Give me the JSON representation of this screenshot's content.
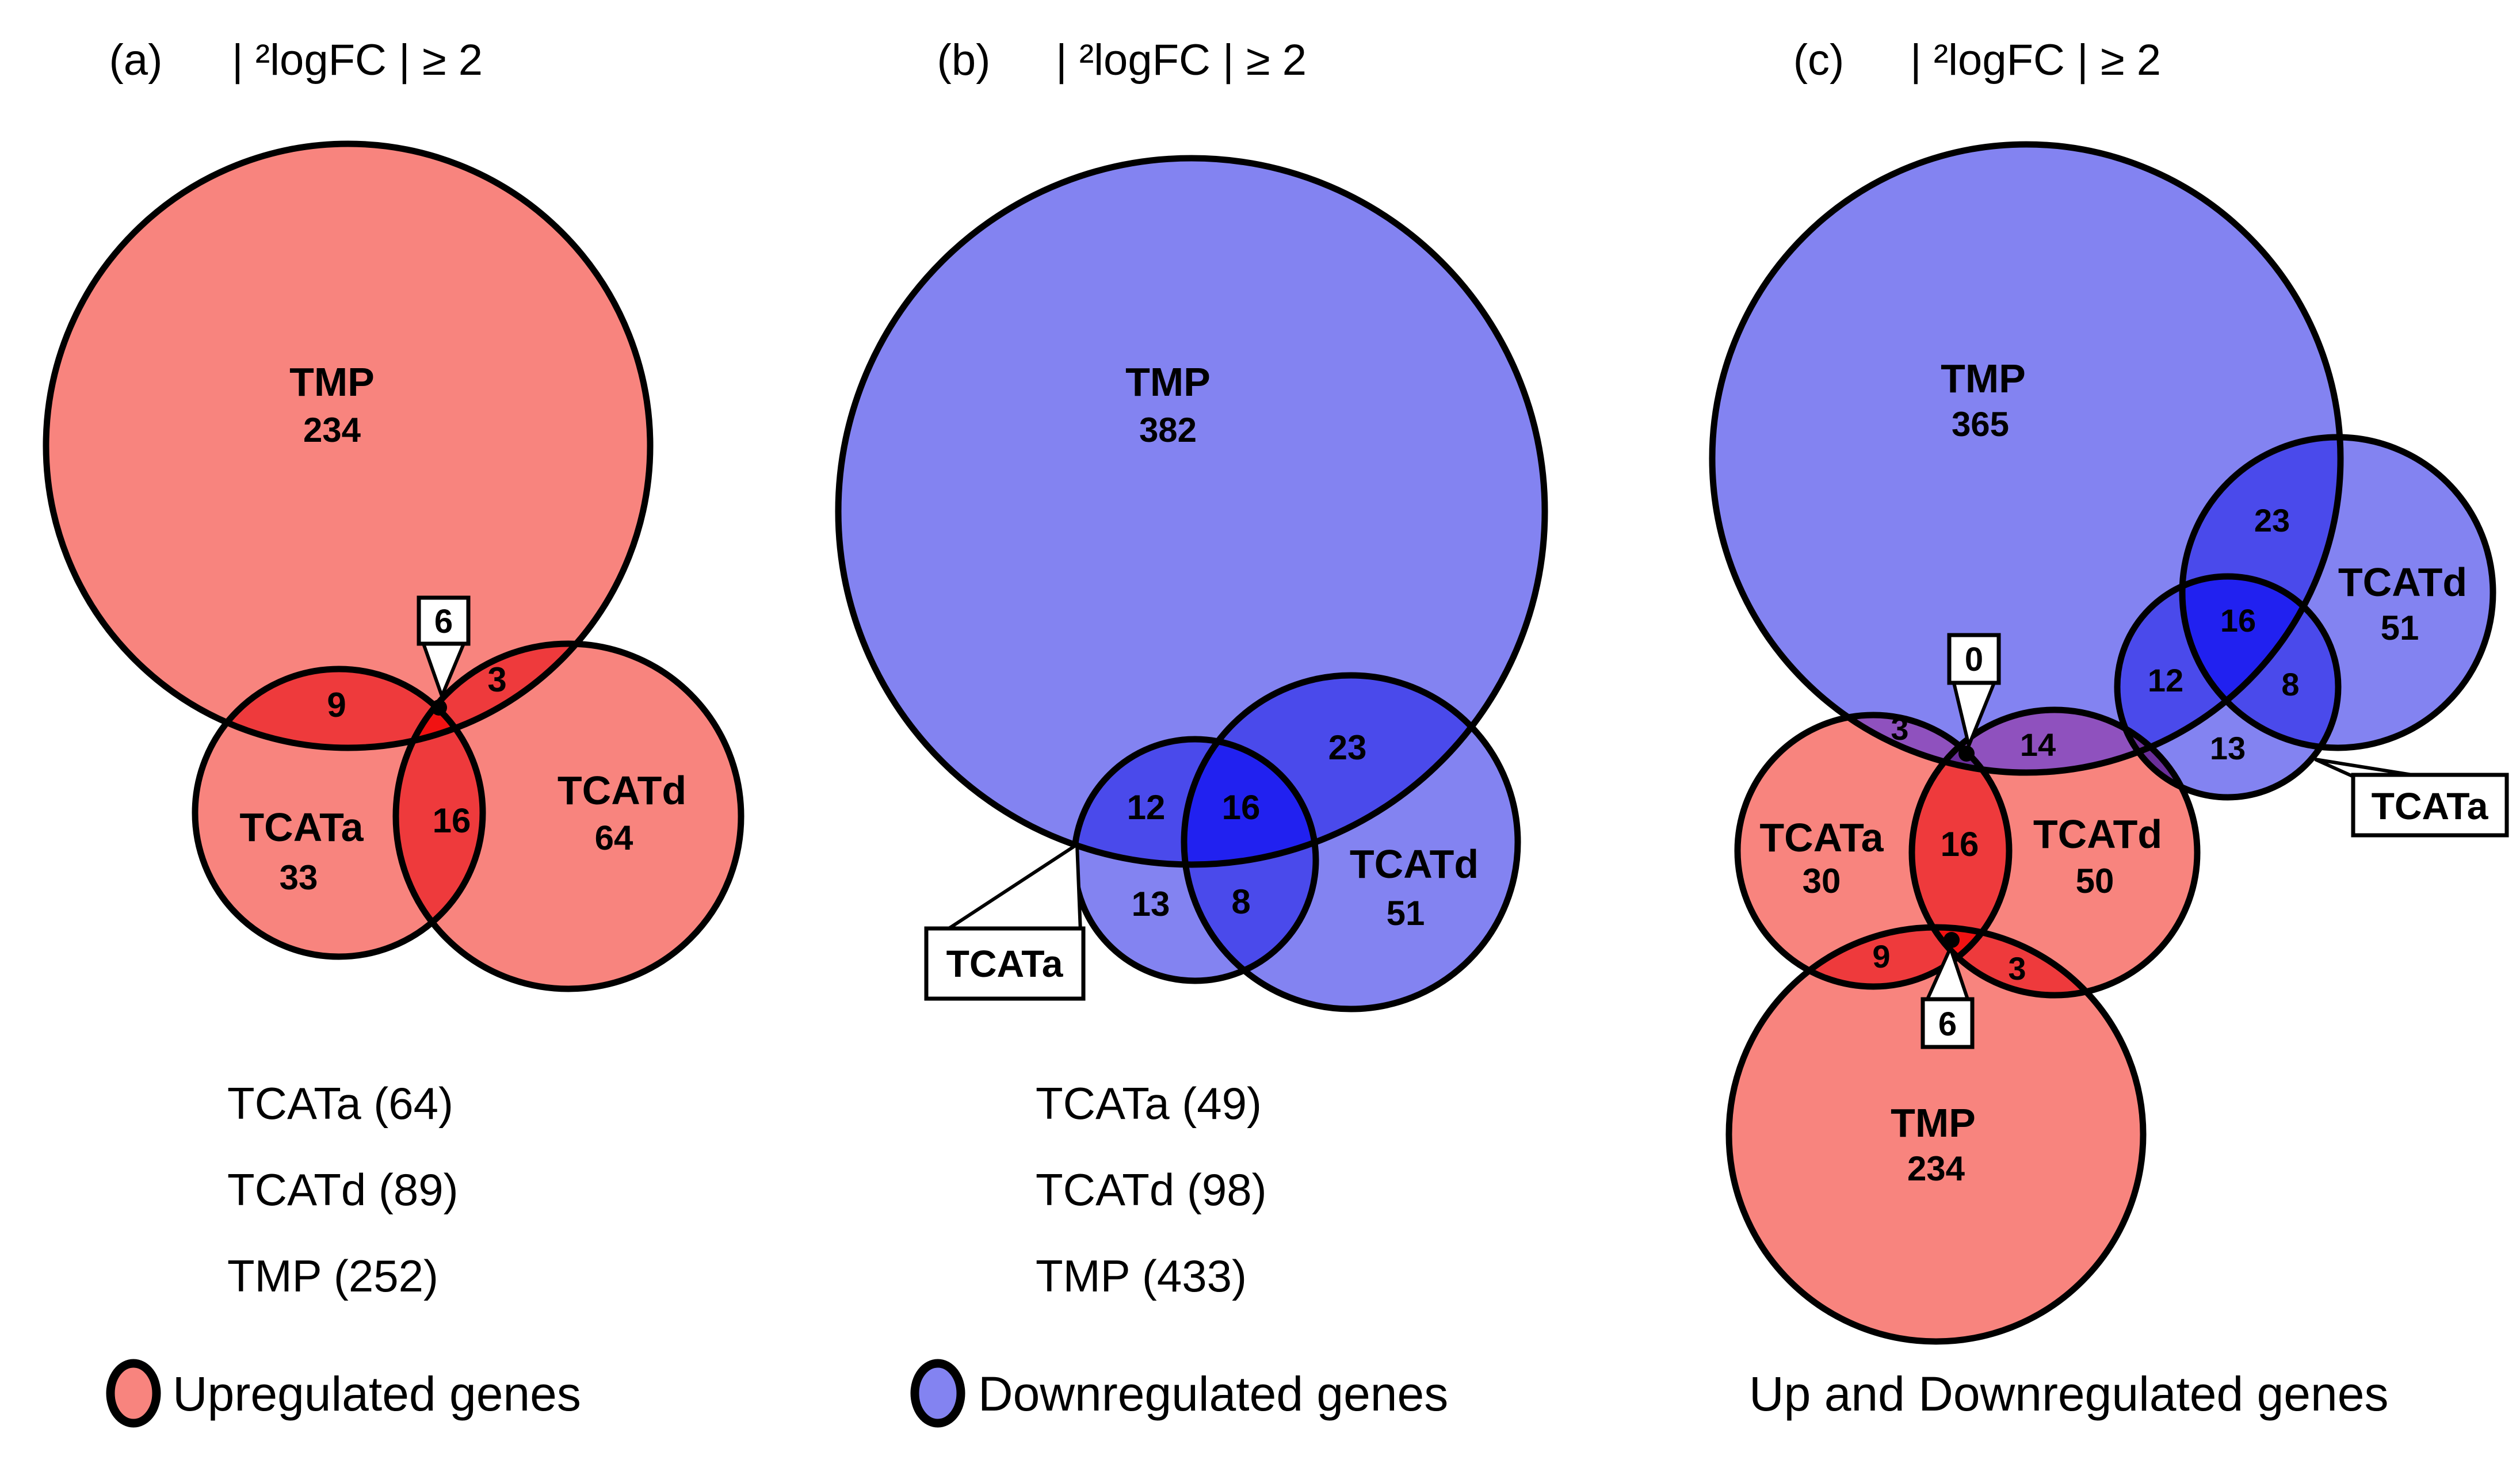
{
  "colors": {
    "salmon": "#F8847E",
    "red_pair": "#EE3A3C",
    "red_triple": "#F11212",
    "blue_base": "#8383F1",
    "blue_pair": "#4A4AEB",
    "blue_triple": "#2121F0",
    "purple": "#8F51BE",
    "purple_dark": "#6B2F9B",
    "outline": "#000000",
    "callout_fill": "#FFFFFF",
    "background": "#FFFFFF"
  },
  "panel_a": {
    "letter": "(a)",
    "threshold": "| ²logFC | ≥ 2",
    "tmp_label": "TMP",
    "tmp_count": "234",
    "tcata_label": "TCATa",
    "tcata_count": "33",
    "tcatd_label": "TCATd",
    "tcatd_count": "64",
    "overlap_tmp_tcata": "9",
    "overlap_tmp_tcatd": "3",
    "overlap_tcata_tcatd": "16",
    "triple_callout": "6",
    "totals": {
      "line1": "TCATa (64)",
      "line2": "TCATd (89)",
      "line3": "TMP (252)"
    }
  },
  "panel_b": {
    "letter": "(b)",
    "threshold": "| ²logFC | ≥ 2",
    "tmp_label": "TMP",
    "tmp_count": "382",
    "tcatd_label": "TCATd",
    "tcatd_count": "51",
    "tcata_callout": "TCATa",
    "overlap_tmp_tcata": "12",
    "overlap_triple": "16",
    "overlap_tmp_tcatd": "23",
    "tcata_only": "13",
    "overlap_tcata_tcatd": "8",
    "totals": {
      "line1": "TCATa (49)",
      "line2": "TCATd (98)",
      "line3": "TMP (433)"
    }
  },
  "panel_c": {
    "letter": "(c)",
    "threshold": "| ²logFC | ≥ 2",
    "down_tmp_label": "TMP",
    "down_tmp_count": "365",
    "down_tcatd_label": "TCATd",
    "down_tcatd_count": "51",
    "down_overlap_tmp_tcatd": "23",
    "down_overlap_triple": "16",
    "down_overlap_tmp_tcata": "12",
    "down_overlap_tcata_tcatd": "8",
    "down_tcata_only": "13",
    "down_tcata_callout": "TCATa",
    "cross_tcata_bluetmp": "3",
    "cross_tcatd_bluetmp": "14",
    "zero_callout": "0",
    "up_tcata_label": "TCATa",
    "up_tcata_count": "30",
    "up_tcatd_label": "TCATd",
    "up_tcatd_count": "50",
    "up_overlap_tcata_tcatd": "16",
    "up_overlap_tcata_tmp": "9",
    "up_overlap_tcatd_tmp": "3",
    "six_callout": "6",
    "up_tmp_label": "TMP",
    "up_tmp_count": "234"
  },
  "legend": {
    "up": "Upregulated genes",
    "down": "Downregulated genes",
    "updown": "Up and Downregulated genes"
  }
}
